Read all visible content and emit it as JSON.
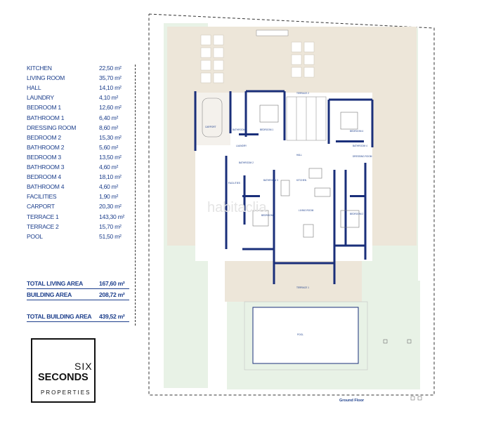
{
  "schedule": {
    "rooms": [
      {
        "name": "KITCHEN",
        "area": "22,50 m²"
      },
      {
        "name": "LIVING ROOM",
        "area": "35,70 m²"
      },
      {
        "name": "HALL",
        "area": "14,10 m²"
      },
      {
        "name": "LAUNDRY",
        "area": "4,10 m²"
      },
      {
        "name": "BEDROOM 1",
        "area": "12,60 m²"
      },
      {
        "name": "BATHROOM 1",
        "area": "6,40 m²"
      },
      {
        "name": "DRESSING ROOM",
        "area": "8,60 m²"
      },
      {
        "name": "BEDROOM 2",
        "area": "15,30 m²"
      },
      {
        "name": "BATHROOM 2",
        "area": "5,60 m²"
      },
      {
        "name": "BEDROOM 3",
        "area": "13,50 m²"
      },
      {
        "name": "BATHROOM 3",
        "area": "4,60 m²"
      },
      {
        "name": "BEDROOM 4",
        "area": "18,10 m²"
      },
      {
        "name": "BATHROOM 4",
        "area": "4,60 m²"
      },
      {
        "name": "FACILITIES",
        "area": "1,90 m²"
      },
      {
        "name": "CARPORT",
        "area": "20,30 m²"
      },
      {
        "name": "TERRACE 1",
        "area": "143,30 m²"
      },
      {
        "name": "TERRACE 2",
        "area": "15,70 m²"
      },
      {
        "name": "POOL",
        "area": "51,50 m²"
      }
    ],
    "totals": [
      {
        "name": "TOTAL LIVING AREA",
        "area": "167,60 m²"
      },
      {
        "name": "BUILDING AREA",
        "area": "208,72 m²"
      },
      {
        "name": "TOTAL BUILDING AREA",
        "area": "439,52 m²"
      }
    ]
  },
  "logo": {
    "six": "SIX",
    "seconds": "SECONDS",
    "properties": "PROPERTIES"
  },
  "plan": {
    "title": "Ground Floor",
    "watermark": "habitaclia",
    "room_labels": {
      "carport": "CARPORT",
      "bathroom1": "BATHROOM 1",
      "bedroom1": "BEDROOM 1",
      "terrace2": "TERRACE 2",
      "bedroom4": "BEDROOM 4",
      "bathroom4": "BATHROOM 4",
      "laundry": "LAUNDRY",
      "hall": "HALL",
      "bathroom2": "BATHROOM 2",
      "dressing": "DRESSING ROOM",
      "kitchen": "KITCHEN",
      "bathroom3": "BATHROOM 3",
      "facilities": "FACILITIES",
      "bedroom2": "BEDROOM 2",
      "living": "LIVING ROOM",
      "bedroom3": "BEDROOM 3",
      "terrace1": "TERRACE 1",
      "pool": "POOL"
    },
    "colors": {
      "walls": "#1a2f7a",
      "lawn": "#e8f2e6",
      "terrace": "#ede6d9",
      "label": "#1d3f8c"
    }
  }
}
